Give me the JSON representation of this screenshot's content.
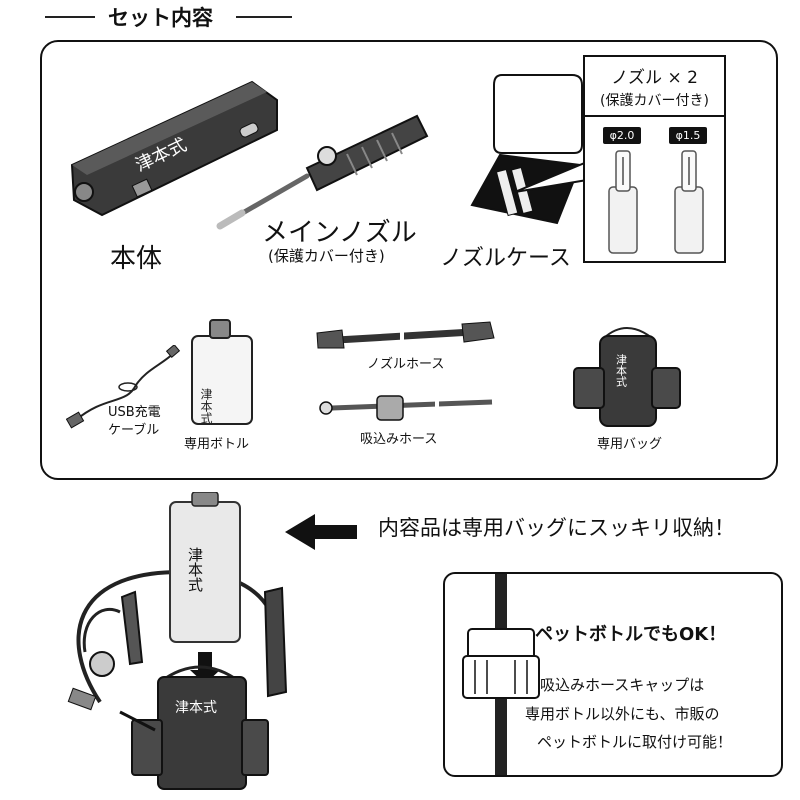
{
  "section_title": "セット内容",
  "items": {
    "body": "本体",
    "main_nozzle": "メインノズル",
    "main_nozzle_sub": "(保護カバー付き)",
    "nozzle_case": "ノズルケース",
    "usb_cable_1": "USB充電",
    "usb_cable_2": "ケーブル",
    "bottle": "専用ボトル",
    "nozzle_hose": "ノズルホース",
    "suction_hose": "吸込みホース",
    "bag": "専用バッグ"
  },
  "callout": {
    "title": "ノズル × 2",
    "subtitle": "(保護カバー付き)",
    "size_a": "φ2.0",
    "size_b": "φ1.5"
  },
  "brand_mark": "津本式",
  "storage_message": "内容品は専用バッグにスッキリ収納！",
  "pet_bottle": {
    "title": "ペットボトルでもOK！",
    "line1": "吸込みホースキャップは",
    "line2": "専用ボトル以外にも、市販の",
    "line3": "ペットボトルに取付け可能！"
  }
}
